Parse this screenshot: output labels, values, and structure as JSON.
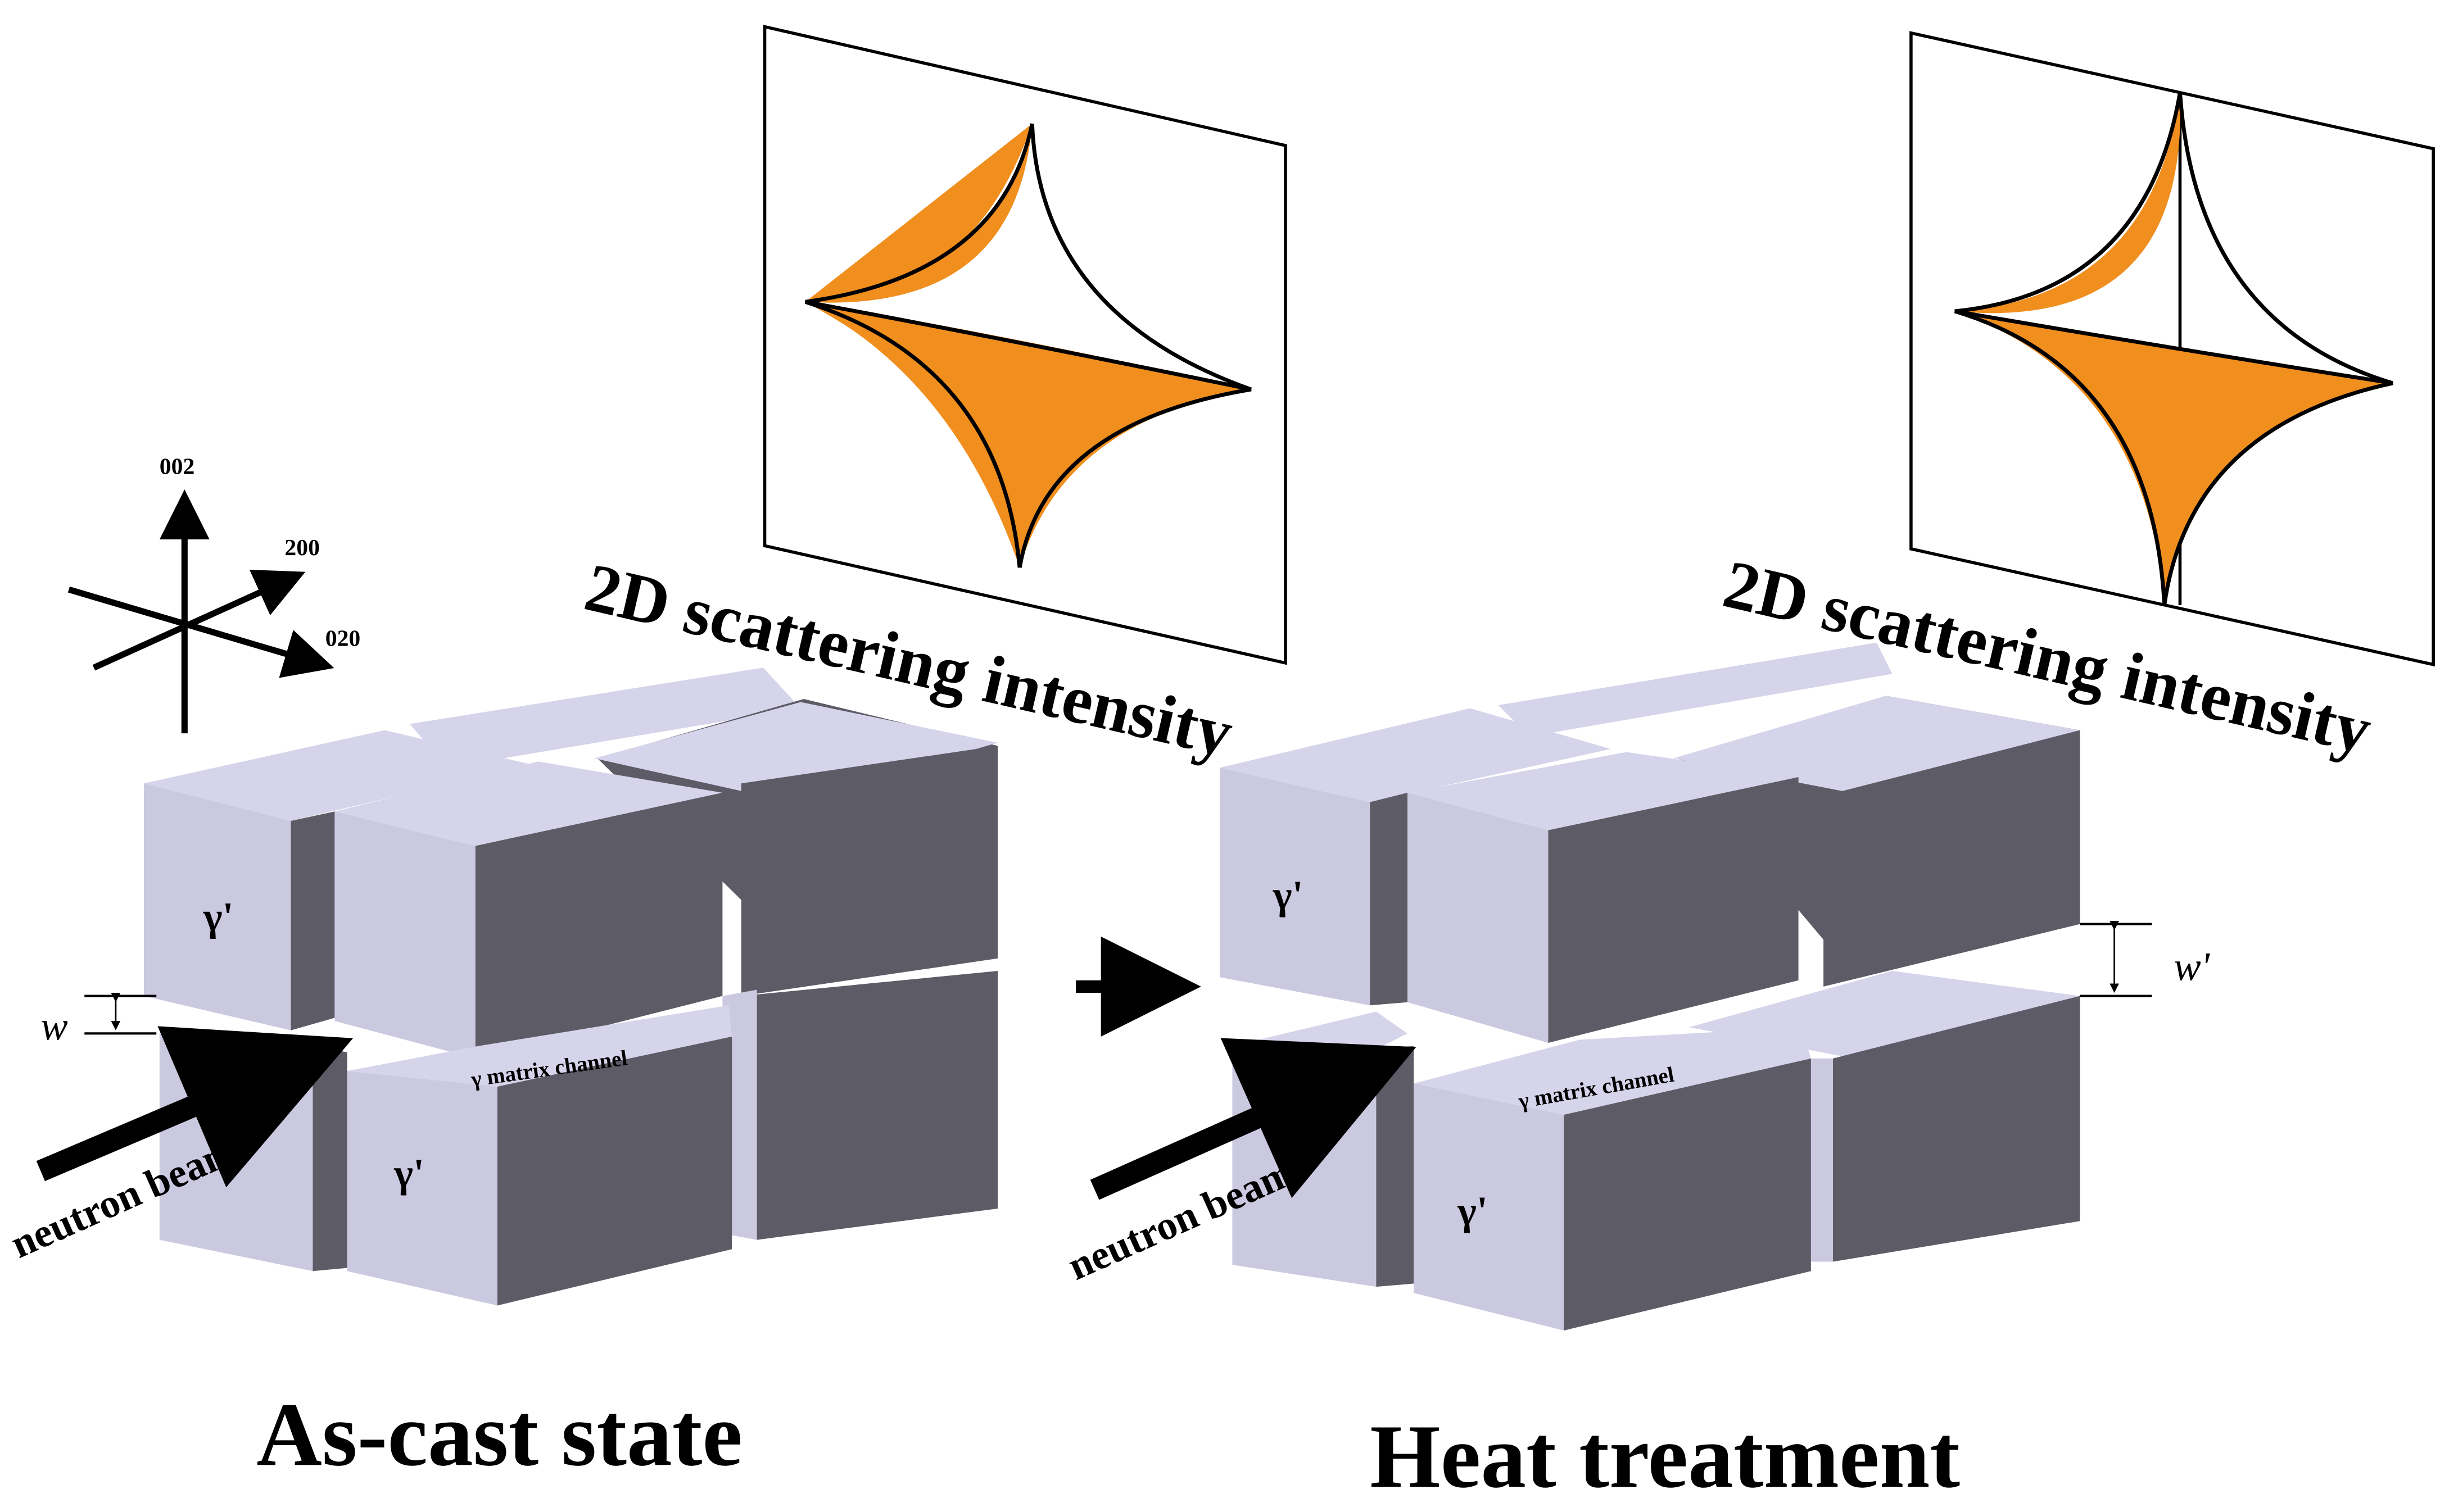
{
  "colors": {
    "cube_light": "#cbc9e0",
    "cube_top": "#d6d4ea",
    "cube_dark": "#5c5b66",
    "star_fill": "#f08e1e",
    "outline": "#000000"
  },
  "axes": {
    "label_002": "002",
    "label_200": "200",
    "label_020": "020"
  },
  "left": {
    "intensity_label": "2D scattering intensity",
    "gamma_prime_top": "γ'",
    "gamma_prime_bottom": "γ'",
    "width_label": "w",
    "matrix_channel_label": "γ matrix channel",
    "beam_label": "neutron beam",
    "state_title": "As-cast state"
  },
  "right": {
    "intensity_label": "2D scattering intensity",
    "gamma_prime_top": "γ'",
    "gamma_prime_bottom": "γ'",
    "width_label": "w'",
    "matrix_channel_label": "γ matrix channel",
    "beam_label": "neutron beam",
    "state_title": "Heat treatment"
  },
  "transition_arrow": "right-arrow-icon"
}
